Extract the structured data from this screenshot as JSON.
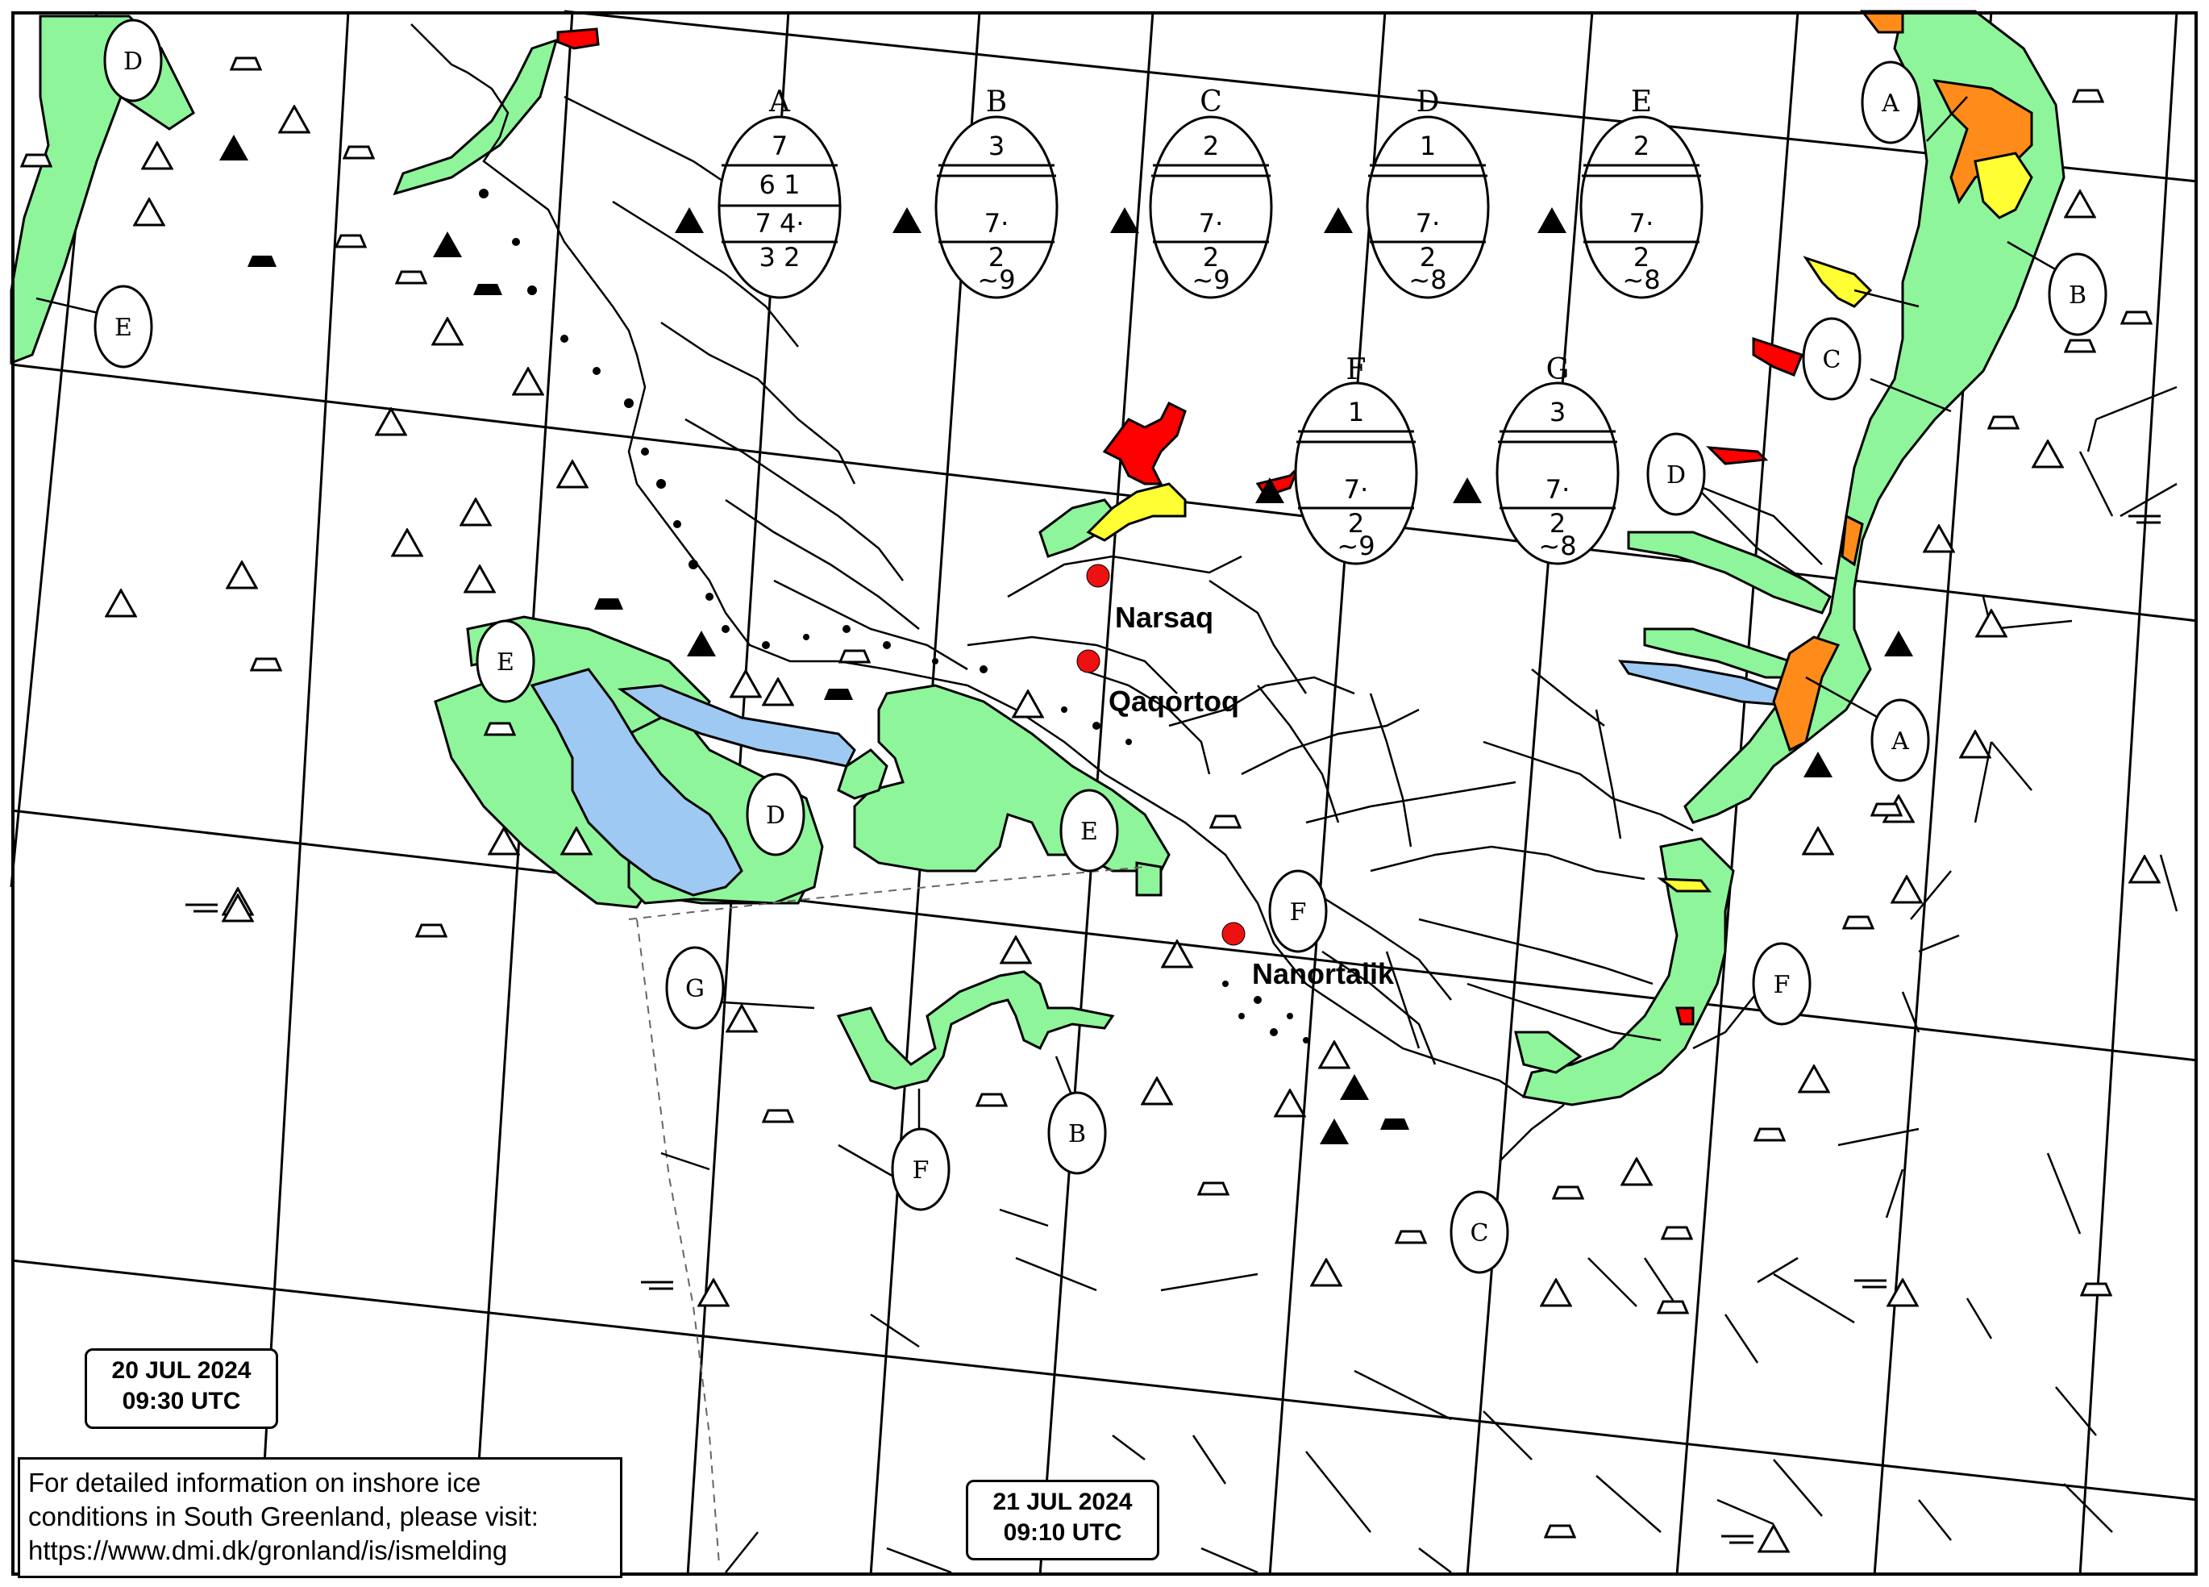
{
  "chart_data": {
    "type": "ice chart",
    "towns": [
      "Narsaq",
      "Qaqortoq",
      "Nanortalik"
    ],
    "egg_codes": [
      {
        "id": "A",
        "rows": [
          "7",
          "6 1",
          "7 4·",
          "3 2"
        ]
      },
      {
        "id": "B",
        "rows": [
          "3",
          "",
          "7·",
          "2",
          "~9"
        ]
      },
      {
        "id": "C",
        "rows": [
          "2",
          "",
          "7·",
          "2",
          "~9"
        ]
      },
      {
        "id": "D",
        "rows": [
          "1",
          "",
          "7·",
          "2",
          "~8"
        ]
      },
      {
        "id": "E",
        "rows": [
          "2",
          "",
          "7·",
          "2",
          "~8"
        ]
      },
      {
        "id": "F",
        "rows": [
          "1",
          "",
          "7·",
          "2",
          "~9"
        ]
      },
      {
        "id": "G",
        "rows": [
          "3",
          "",
          "7·",
          "2",
          "~8"
        ]
      }
    ],
    "area_labels": [
      "D",
      "E",
      "E",
      "D",
      "E",
      "G",
      "F",
      "B",
      "F",
      "C",
      "A",
      "B",
      "C",
      "D",
      "A",
      "F"
    ],
    "colors": {
      "open": "#8ef59a",
      "fast": "#9ec9f2",
      "red": "#ff0000",
      "orange": "#ff8c1a",
      "yellow": "#ffff33",
      "town": "#ee1111"
    }
  },
  "stamps": {
    "left": {
      "date": "20 JUL 2024",
      "time": "09:30 UTC"
    },
    "right": {
      "date": "21 JUL 2024",
      "time": "09:10 UTC"
    }
  },
  "info": {
    "line1": "For detailed information on inshore ice",
    "line2": "conditions in South Greenland, please visit:",
    "line3": "https://www.dmi.dk/gronland/is/ismelding"
  }
}
